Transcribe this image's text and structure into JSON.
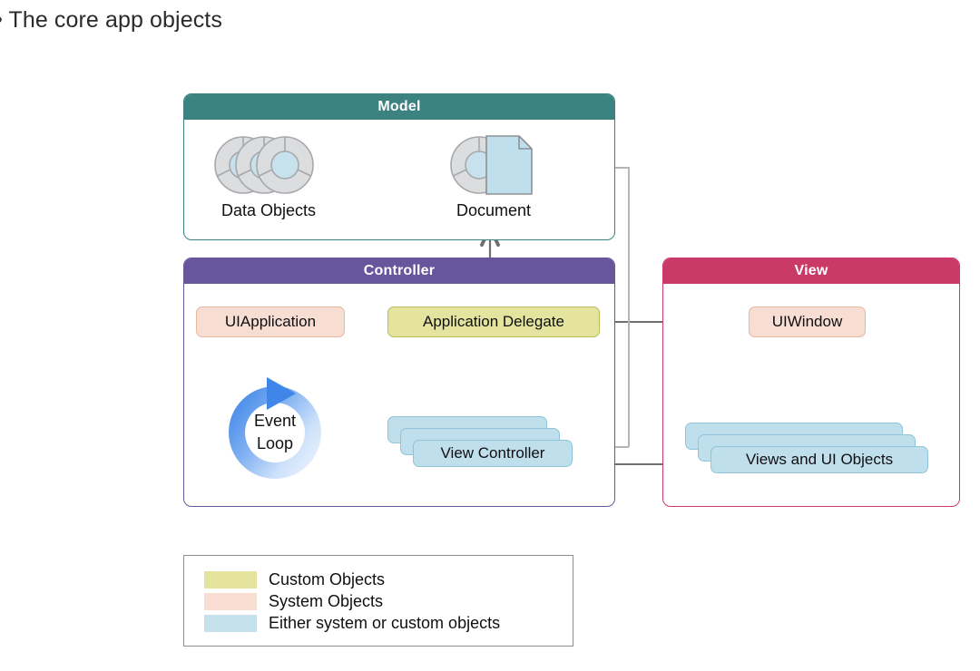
{
  "page": {
    "title": "The core app objects",
    "title_prefix_glyph": "•"
  },
  "groups": {
    "model": {
      "title": "Model",
      "color": "#3C8280"
    },
    "controller": {
      "title": "Controller",
      "color": "#68559C"
    },
    "view": {
      "title": "View",
      "color": "#C93A68"
    }
  },
  "model": {
    "data_objects_caption": "Data Objects",
    "document_caption": "Document",
    "data_objects_icon": "data-objects-icon",
    "document_icon": "document-icon"
  },
  "controller": {
    "uiapplication": "UIApplication",
    "application_delegate": "Application Delegate",
    "view_controller": "View Controller",
    "event_loop_line1": "Event",
    "event_loop_line2": "Loop"
  },
  "view": {
    "uiwindow": "UIWindow",
    "views_and_ui_objects": "Views and UI Objects"
  },
  "legend": {
    "items": [
      {
        "label": "Custom Objects",
        "color": "#E4E49E",
        "swatch": "custom"
      },
      {
        "label": "System Objects",
        "color": "#F7DDD2",
        "swatch": "system"
      },
      {
        "label": "Either system or custom objects",
        "color": "#C4E1EC",
        "swatch": "either"
      }
    ]
  },
  "palette": {
    "custom_fill": "#E4E49E",
    "custom_stroke": "#B9BE58",
    "system_fill": "#F7DDD2",
    "system_stroke": "#E8B79E",
    "either_fill": "#C0DFEC",
    "either_stroke": "#90C4DA",
    "arrow": "#6E6E73",
    "arrow_light": "#B6B6BA",
    "event_loop_blue": "#3F86E8"
  }
}
